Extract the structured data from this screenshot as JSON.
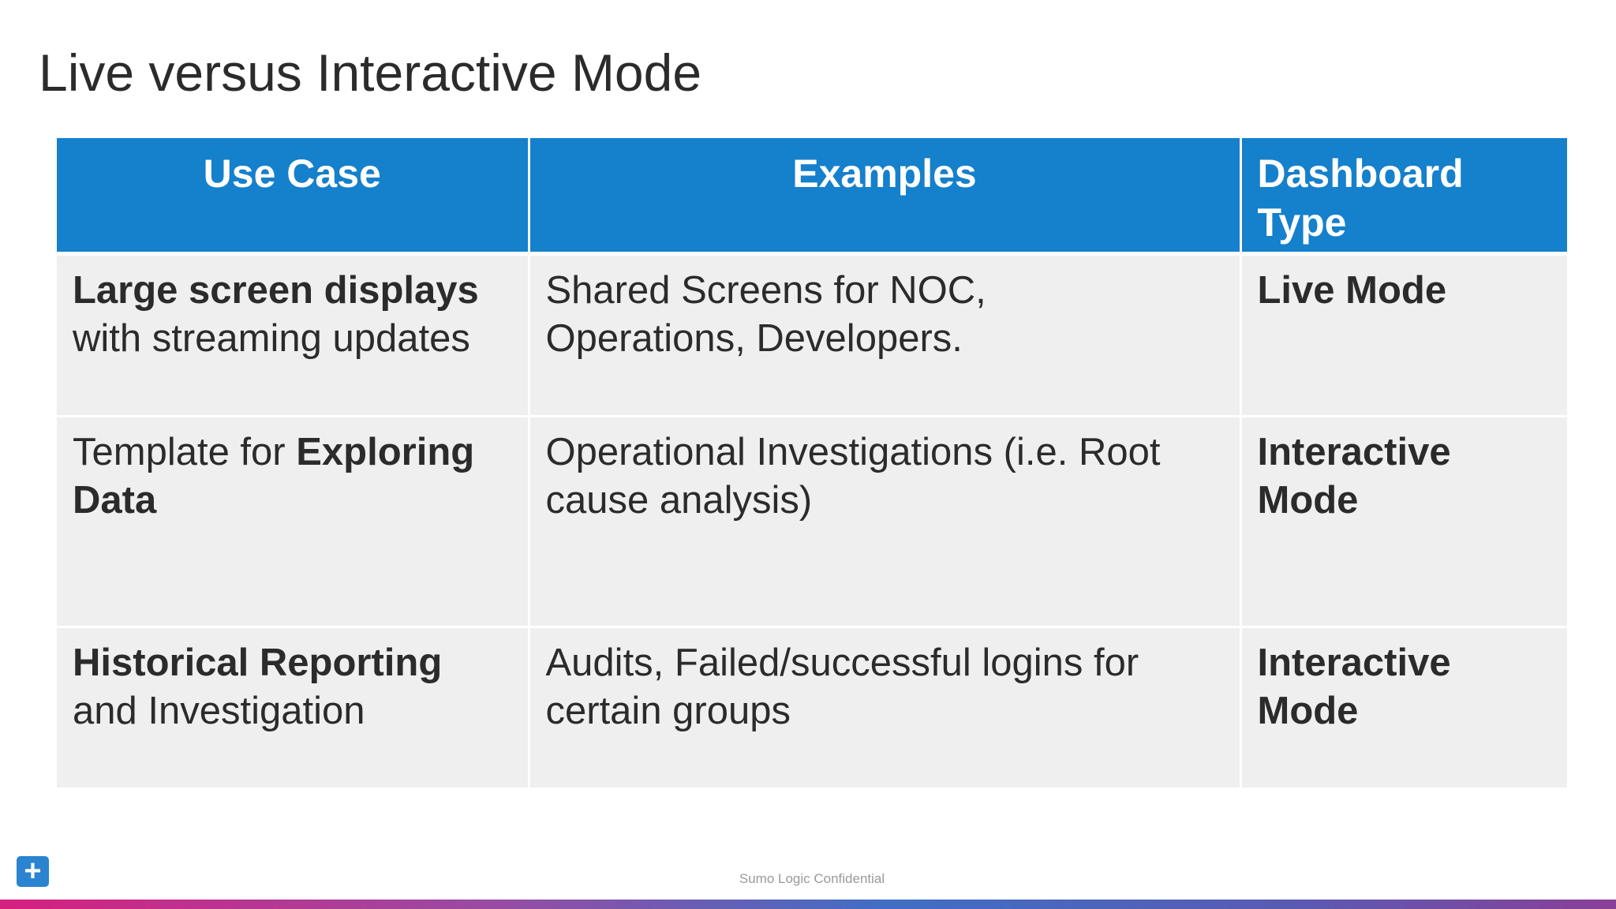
{
  "slide": {
    "title": "Live versus Interactive Mode",
    "footer": "Sumo Logic Confidential"
  },
  "table": {
    "headers": {
      "use_case": "Use Case",
      "examples": "Examples",
      "dashboard_type_line1": "Dashboard",
      "dashboard_type_line2": "Type"
    },
    "rows": [
      {
        "use_case_bold": "Large screen displays",
        "use_case_rest": "with streaming updates",
        "examples_line1": "Shared Screens for NOC,",
        "examples_line2": "Operations, Developers.",
        "type_line1": "Live Mode",
        "type_line2": ""
      },
      {
        "use_case_pre": "Template for ",
        "use_case_bold": "Exploring",
        "use_case_bold2": "Data",
        "examples_line1": "Operational Investigations (i.e. Root",
        "examples_line2": "cause analysis)",
        "type_line1": "Interactive",
        "type_line2": "Mode"
      },
      {
        "use_case_bold": "Historical Reporting",
        "use_case_rest": "and Investigation",
        "examples_line1": "Audits, Failed/successful logins for",
        "examples_line2": "certain groups",
        "type_line1": "Interactive",
        "type_line2": "Mode"
      }
    ]
  },
  "toolbar": {
    "plus_glyph": "+"
  },
  "colors": {
    "header_bg": "#1580cb",
    "cell_bg": "#efefef",
    "accent_gradient_start": "#d6207f",
    "accent_gradient_end": "#8a3f98"
  }
}
